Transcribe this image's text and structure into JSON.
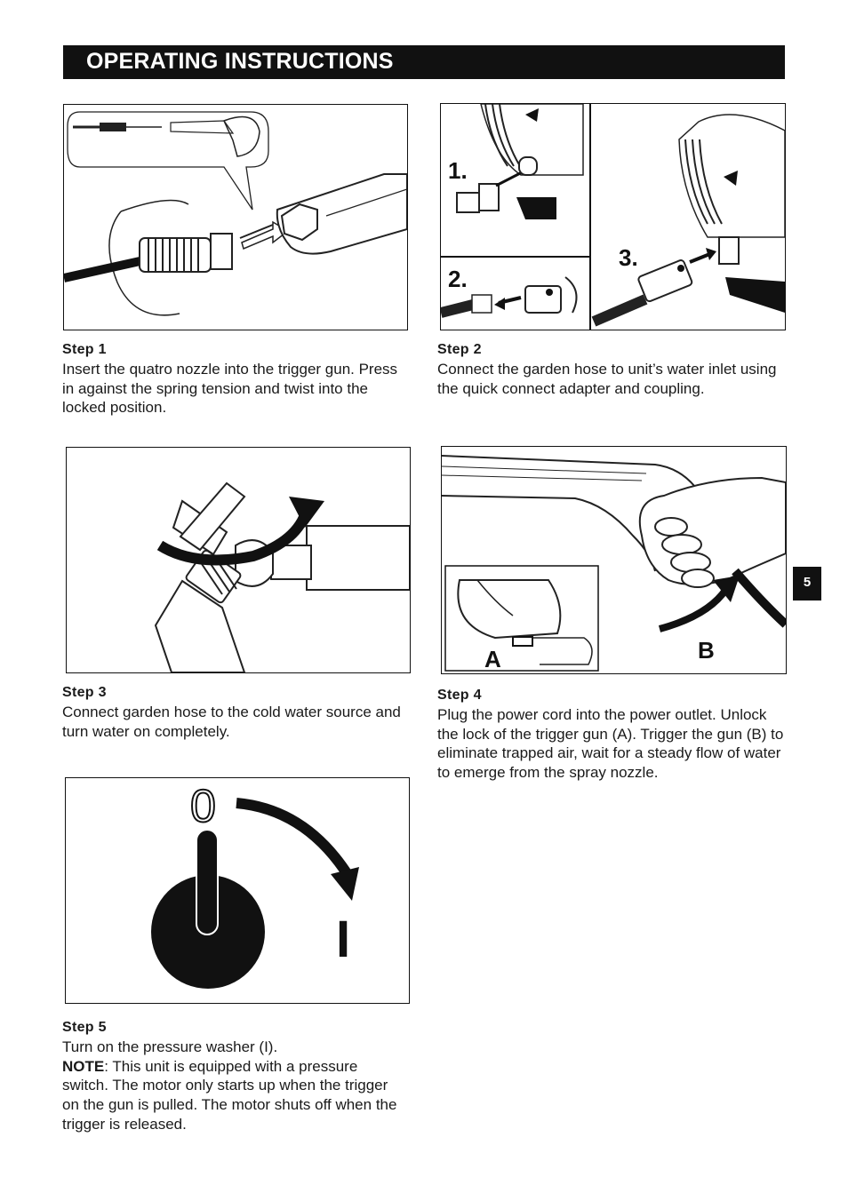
{
  "header": {
    "title": "OPERATING INSTRUCTIONS"
  },
  "page_number": "5",
  "steps": [
    {
      "title": "Step 1",
      "text": "Insert the quatro nozzle into the trigger gun. Press in against the spring tension and twist into the locked position."
    },
    {
      "title": "Step 2",
      "text": "Connect the garden hose to unit’s water inlet using the quick connect adapter and coupling."
    },
    {
      "title": "Step 3",
      "text": "Connect garden hose to the cold water source and turn water on completely."
    },
    {
      "title": "Step 4",
      "text": "Plug the power cord into the power outlet. Unlock the lock of the trigger gun (A). Trigger the gun (B) to eliminate trapped air, wait for a steady flow of water to emerge from the spray nozzle."
    },
    {
      "title": "Step 5",
      "text": "Turn on the pressure washer (I).",
      "note_label": "NOTE",
      "note_text": ": This unit is equipped with a pressure switch. The motor only starts up when the trigger on the gun is pulled. The motor shuts off when the trigger is released."
    }
  ],
  "figures": {
    "step2_labels": [
      "1.",
      "2.",
      "3."
    ],
    "step4_labels": [
      "A",
      "B"
    ],
    "step5_labels": [
      "0",
      "I"
    ]
  }
}
